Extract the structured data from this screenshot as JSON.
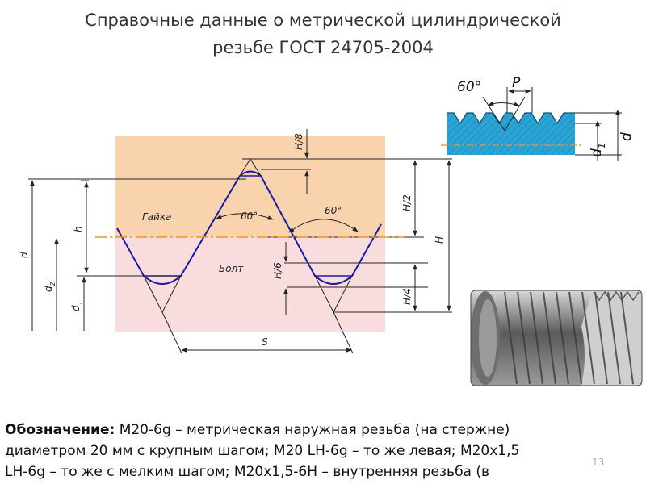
{
  "title": {
    "line1": "Справочные данные о метрической цилиндрической",
    "line2": "резьбе ГОСТ 24705-2004"
  },
  "diagram": {
    "nut_label": "Гайка",
    "bolt_label": "Болт",
    "angle_left": "60°",
    "angle_right": "60°",
    "dim_h8": "H/8",
    "dim_h2": "H/2",
    "dim_H": "H",
    "dim_h6": "H/6",
    "dim_h4": "H/4",
    "dim_h": "h",
    "dim_d": "d",
    "dim_d2": "d",
    "dim_d2_sub": "2",
    "dim_d1": "d",
    "dim_d1_sub": "1",
    "dim_S": "S"
  },
  "inset": {
    "angle": "60°",
    "pitch": "P",
    "d1": "d",
    "d1_sub": "1",
    "d": "d"
  },
  "caption": {
    "bold": "Обозначение:",
    "line1": " М20-6g – метрическая наружная резьба (на стержне)",
    "line2": "диаметром 20 мм с крупным шагом; М20 LH-6g – то же левая; М20х1,5",
    "line3": "LH-6g – то же с мелким шагом; М20х1,5-6Н – внутренняя резьба (в"
  },
  "page_number": "13",
  "colors": {
    "nut_zone": "#f8d3ae",
    "bolt_zone": "#f9dcde",
    "profile": "#1a1aa8",
    "axis": "#f29321",
    "inset_fill": "#2aa4d6"
  }
}
